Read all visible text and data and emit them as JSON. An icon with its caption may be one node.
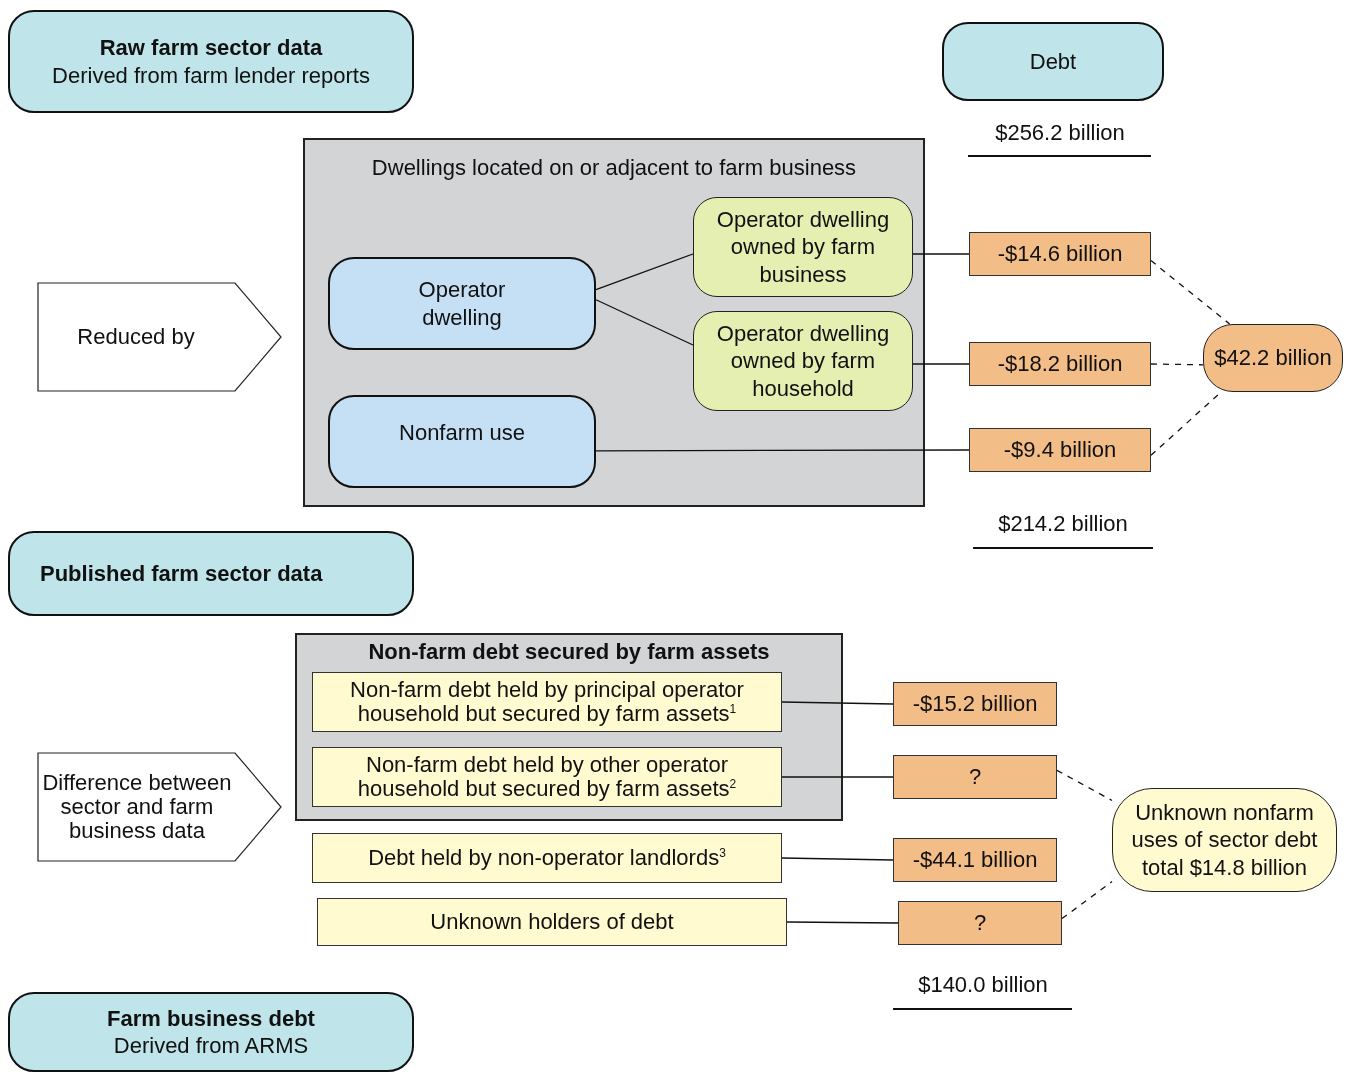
{
  "diagram": {
    "nodes": [
      {
        "text": [
          "Raw farm sector data",
          "Derived from farm lender reports"
        ]
      },
      {
        "text": [
          "Debt"
        ]
      },
      {
        "text": [
          "Reduced by"
        ]
      },
      {
        "text": [
          "Dwellings located on or adjacent to farm business"
        ]
      },
      {
        "text": [
          "Operator dwelling"
        ],
        "in": 3
      },
      {
        "text": [
          "Operator dwelling owned by farm business"
        ],
        "in": 3
      },
      {
        "text": [
          "Operator dwelling owned by farm household"
        ],
        "in": 3
      },
      {
        "text": [
          "Nonfarm use"
        ],
        "in": 3
      },
      {
        "text": [
          "-$14.6 billion"
        ]
      },
      {
        "text": [
          "-$18.2 billion"
        ]
      },
      {
        "text": [
          "-$9.4 billion"
        ]
      },
      {
        "text": [
          "$42.2 billion"
        ]
      },
      {
        "text": [
          "Published farm sector data"
        ]
      },
      {
        "text": [
          "Non-farm debt secured by farm assets"
        ]
      },
      {
        "text": [
          "Non-farm debt held by principal operator household but secured by farm assets$^{1}$"
        ],
        "in": 13
      },
      {
        "text": [
          "Non-farm debt held by other operator household but secured by farm assets$^{2}$"
        ],
        "in": 13
      },
      {
        "text": [
          "Difference between sector and farm business data"
        ]
      },
      {
        "text": [
          "Debt held by non-operator landlords$^{3}$"
        ]
      },
      {
        "text": [
          "Unknown holders of debt"
        ]
      },
      {
        "text": [
          "-$15.2 billion"
        ]
      },
      {
        "text": [
          "?"
        ]
      },
      {
        "text": [
          "-$44.1 billion"
        ]
      },
      {
        "text": [
          "?"
        ]
      },
      {
        "text": [
          "Unknown nonfarm uses of sector debt total $14.8 billion"
        ]
      },
      {
        "text": [
          "Farm business debt",
          "Derived from ARMS"
        ]
      }
    ],
    "edges": [
      {
        "from": 4,
        "to": 5,
        "arrow": "none"
      },
      {
        "from": 4,
        "to": 6,
        "arrow": "none"
      },
      {
        "from": 5,
        "to": 8,
        "arrow": "none"
      },
      {
        "from": 6,
        "to": 9,
        "arrow": "none"
      },
      {
        "from": 7,
        "to": 10,
        "arrow": "none"
      },
      {
        "from": 8,
        "to": 11,
        "arrow": "none",
        "style": "dashed"
      },
      {
        "from": 9,
        "to": 11,
        "arrow": "none",
        "style": "dashed"
      },
      {
        "from": 10,
        "to": 11,
        "arrow": "none",
        "style": "dashed"
      },
      {
        "from": 14,
        "to": 19,
        "arrow": "none"
      },
      {
        "from": 15,
        "to": 20,
        "arrow": "none"
      },
      {
        "from": 17,
        "to": 21,
        "arrow": "none"
      },
      {
        "from": 18,
        "to": 22,
        "arrow": "none"
      },
      {
        "from": 20,
        "to": 23,
        "arrow": "none",
        "style": "dashed"
      },
      {
        "from": 22,
        "to": 23,
        "arrow": "none",
        "style": "dashed"
      }
    ],
    "labels": [
      "$256.2 billion",
      "$214.2 billion",
      "$140.0 billion"
    ]
  }
}
